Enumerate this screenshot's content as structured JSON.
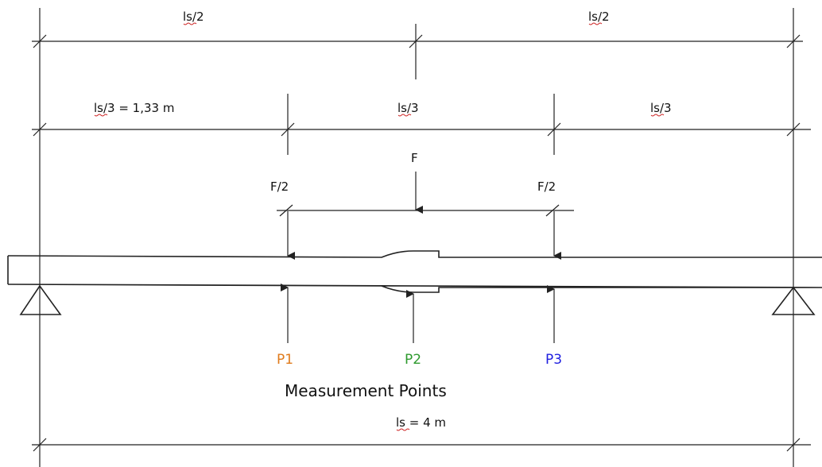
{
  "dimensions": {
    "top_left": "ls/2",
    "top_right": "ls/2",
    "third_left": "ls/3 = 1,33 m",
    "third_mid": "ls/3",
    "third_right": "ls/3",
    "total": "ls = 4 m"
  },
  "loads": {
    "center": "F",
    "left": "F/2",
    "right": "F/2"
  },
  "measurement_points": {
    "caption": "Measurement Points",
    "p1": {
      "label": "P1",
      "color": "#e07b1c"
    },
    "p2": {
      "label": "P2",
      "color": "#2e9a2e"
    },
    "p3": {
      "label": "P3",
      "color": "#2020e0"
    }
  },
  "colors": {
    "line": "#222222",
    "text": "#111111",
    "spell_underline": "#cc2222"
  }
}
